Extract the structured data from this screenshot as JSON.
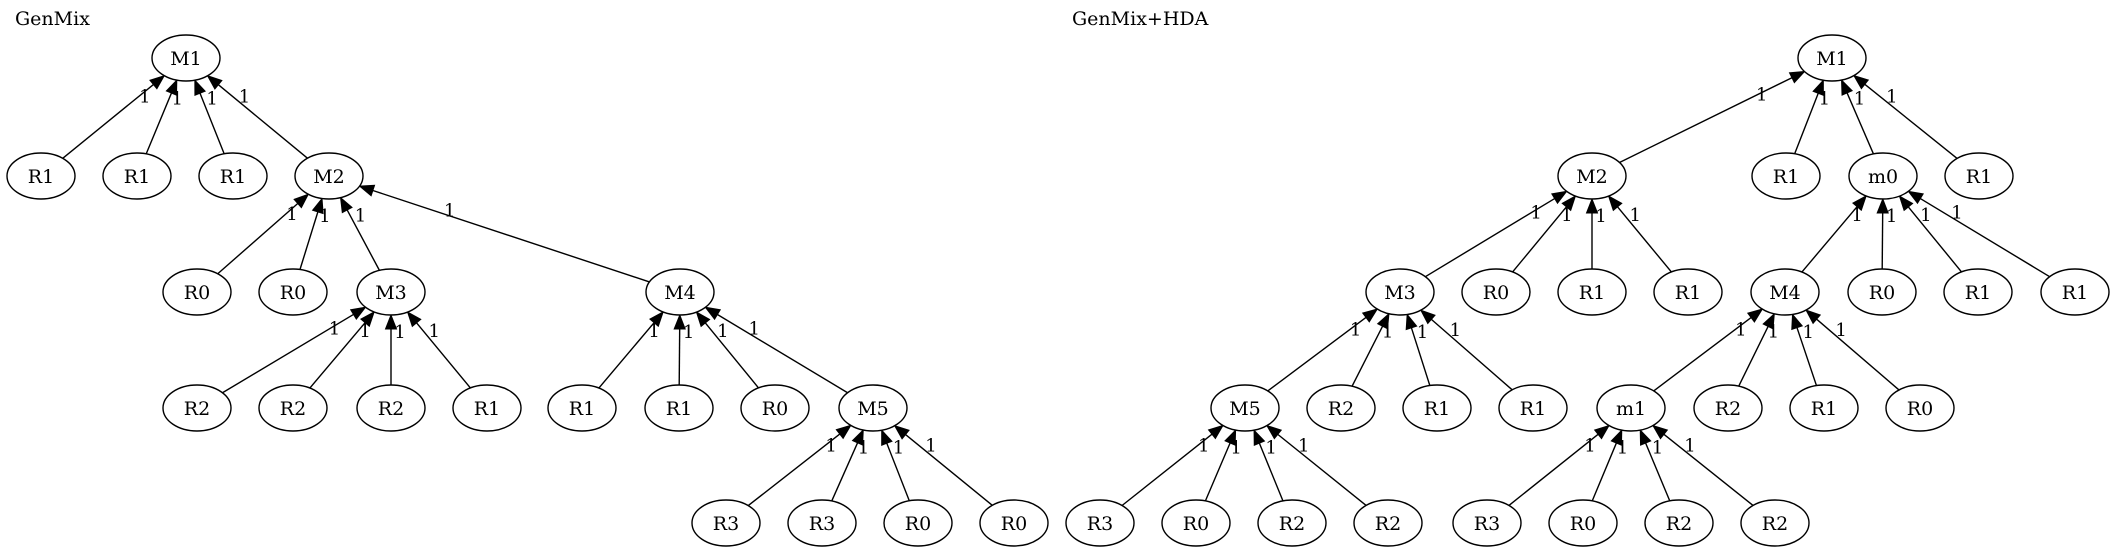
{
  "panels": [
    {
      "title": "GenMix",
      "nodes": [
        {
          "id": "a_M1",
          "label": "M1"
        },
        {
          "id": "a_R1a",
          "label": "R1"
        },
        {
          "id": "a_R1b",
          "label": "R1"
        },
        {
          "id": "a_R1c",
          "label": "R1"
        },
        {
          "id": "a_M2",
          "label": "M2"
        },
        {
          "id": "a_R0a",
          "label": "R0"
        },
        {
          "id": "a_R0b",
          "label": "R0"
        },
        {
          "id": "a_M3",
          "label": "M3"
        },
        {
          "id": "a_M4",
          "label": "M4"
        },
        {
          "id": "a_R2a",
          "label": "R2"
        },
        {
          "id": "a_R2b",
          "label": "R2"
        },
        {
          "id": "a_R2c",
          "label": "R2"
        },
        {
          "id": "a_R1d",
          "label": "R1"
        },
        {
          "id": "a_R1e",
          "label": "R1"
        },
        {
          "id": "a_R1f",
          "label": "R1"
        },
        {
          "id": "a_R0c",
          "label": "R0"
        },
        {
          "id": "a_M5",
          "label": "M5"
        },
        {
          "id": "a_R3a",
          "label": "R3"
        },
        {
          "id": "a_R3b",
          "label": "R3"
        },
        {
          "id": "a_R0d",
          "label": "R0"
        },
        {
          "id": "a_R0e",
          "label": "R0"
        }
      ],
      "edges": [
        {
          "from": "a_R1a",
          "to": "a_M1",
          "label": "1"
        },
        {
          "from": "a_R1b",
          "to": "a_M1",
          "label": "1"
        },
        {
          "from": "a_R1c",
          "to": "a_M1",
          "label": "1"
        },
        {
          "from": "a_M2",
          "to": "a_M1",
          "label": "1"
        },
        {
          "from": "a_R0a",
          "to": "a_M2",
          "label": "1"
        },
        {
          "from": "a_R0b",
          "to": "a_M2",
          "label": "1"
        },
        {
          "from": "a_M3",
          "to": "a_M2",
          "label": "1"
        },
        {
          "from": "a_M4",
          "to": "a_M2",
          "label": "1"
        },
        {
          "from": "a_R2a",
          "to": "a_M3",
          "label": "1"
        },
        {
          "from": "a_R2b",
          "to": "a_M3",
          "label": "1"
        },
        {
          "from": "a_R2c",
          "to": "a_M3",
          "label": "1"
        },
        {
          "from": "a_R1d",
          "to": "a_M3",
          "label": "1"
        },
        {
          "from": "a_R1e",
          "to": "a_M4",
          "label": "1"
        },
        {
          "from": "a_R1f",
          "to": "a_M4",
          "label": "1"
        },
        {
          "from": "a_R0c",
          "to": "a_M4",
          "label": "1"
        },
        {
          "from": "a_M5",
          "to": "a_M4",
          "label": "1"
        },
        {
          "from": "a_R3a",
          "to": "a_M5",
          "label": "1"
        },
        {
          "from": "a_R3b",
          "to": "a_M5",
          "label": "1"
        },
        {
          "from": "a_R0d",
          "to": "a_M5",
          "label": "1"
        },
        {
          "from": "a_R0e",
          "to": "a_M5",
          "label": "1"
        }
      ]
    },
    {
      "title": "GenMix+HDA",
      "nodes": [
        {
          "id": "b_M1",
          "label": "M1"
        },
        {
          "id": "b_M2",
          "label": "M2"
        },
        {
          "id": "b_R1a",
          "label": "R1"
        },
        {
          "id": "b_m0",
          "label": "m0"
        },
        {
          "id": "b_R1b",
          "label": "R1"
        },
        {
          "id": "b_M3",
          "label": "M3"
        },
        {
          "id": "b_R0a",
          "label": "R0"
        },
        {
          "id": "b_R1c",
          "label": "R1"
        },
        {
          "id": "b_R1d",
          "label": "R1"
        },
        {
          "id": "b_M4",
          "label": "M4"
        },
        {
          "id": "b_R0b",
          "label": "R0"
        },
        {
          "id": "b_R1e",
          "label": "R1"
        },
        {
          "id": "b_R1f",
          "label": "R1"
        },
        {
          "id": "b_M5",
          "label": "M5"
        },
        {
          "id": "b_R2a",
          "label": "R2"
        },
        {
          "id": "b_R1g",
          "label": "R1"
        },
        {
          "id": "b_R1h",
          "label": "R1"
        },
        {
          "id": "b_m1",
          "label": "m1"
        },
        {
          "id": "b_R2b",
          "label": "R2"
        },
        {
          "id": "b_R1i",
          "label": "R1"
        },
        {
          "id": "b_R0c",
          "label": "R0"
        },
        {
          "id": "b_R3a",
          "label": "R3"
        },
        {
          "id": "b_R0d",
          "label": "R0"
        },
        {
          "id": "b_R2c",
          "label": "R2"
        },
        {
          "id": "b_R2d",
          "label": "R2"
        },
        {
          "id": "b_R3b",
          "label": "R3"
        },
        {
          "id": "b_R0e",
          "label": "R0"
        },
        {
          "id": "b_R2e",
          "label": "R2"
        },
        {
          "id": "b_R2f",
          "label": "R2"
        }
      ],
      "edges": [
        {
          "from": "b_M2",
          "to": "b_M1",
          "label": "1"
        },
        {
          "from": "b_R1a",
          "to": "b_M1",
          "label": "1"
        },
        {
          "from": "b_m0",
          "to": "b_M1",
          "label": "1"
        },
        {
          "from": "b_R1b",
          "to": "b_M1",
          "label": "1"
        },
        {
          "from": "b_M3",
          "to": "b_M2",
          "label": "1"
        },
        {
          "from": "b_R0a",
          "to": "b_M2",
          "label": "1"
        },
        {
          "from": "b_R1c",
          "to": "b_M2",
          "label": "1"
        },
        {
          "from": "b_R1d",
          "to": "b_M2",
          "label": "1"
        },
        {
          "from": "b_M4",
          "to": "b_m0",
          "label": "1"
        },
        {
          "from": "b_R0b",
          "to": "b_m0",
          "label": "1"
        },
        {
          "from": "b_R1e",
          "to": "b_m0",
          "label": "1"
        },
        {
          "from": "b_R1f",
          "to": "b_m0",
          "label": "1"
        },
        {
          "from": "b_M5",
          "to": "b_M3",
          "label": "1"
        },
        {
          "from": "b_R2a",
          "to": "b_M3",
          "label": "1"
        },
        {
          "from": "b_R1g",
          "to": "b_M3",
          "label": "1"
        },
        {
          "from": "b_R1h",
          "to": "b_M3",
          "label": "1"
        },
        {
          "from": "b_m1",
          "to": "b_M4",
          "label": "1"
        },
        {
          "from": "b_R2b",
          "to": "b_M4",
          "label": "1"
        },
        {
          "from": "b_R1i",
          "to": "b_M4",
          "label": "1"
        },
        {
          "from": "b_R0c",
          "to": "b_M4",
          "label": "1"
        },
        {
          "from": "b_R3a",
          "to": "b_M5",
          "label": "1"
        },
        {
          "from": "b_R0d",
          "to": "b_M5",
          "label": "1"
        },
        {
          "from": "b_R2c",
          "to": "b_M5",
          "label": "1"
        },
        {
          "from": "b_R2d",
          "to": "b_M5",
          "label": "1"
        },
        {
          "from": "b_R3b",
          "to": "b_m1",
          "label": "1"
        },
        {
          "from": "b_R0e",
          "to": "b_m1",
          "label": "1"
        },
        {
          "from": "b_R2e",
          "to": "b_m1",
          "label": "1"
        },
        {
          "from": "b_R2f",
          "to": "b_m1",
          "label": "1"
        }
      ]
    }
  ]
}
